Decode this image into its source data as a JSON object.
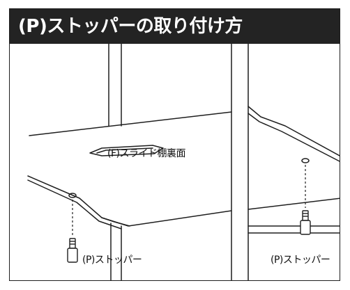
{
  "header": {
    "title": "(P)ストッパーの取り付け方"
  },
  "labels": {
    "shelf_back": "(F)スライド棚裏面",
    "stopper_left": "(P)ストッパー",
    "stopper_right": "(P)ストッパー"
  },
  "colors": {
    "header_bg": "#232323",
    "header_text": "#ffffff",
    "line": "#1e1e1e"
  }
}
